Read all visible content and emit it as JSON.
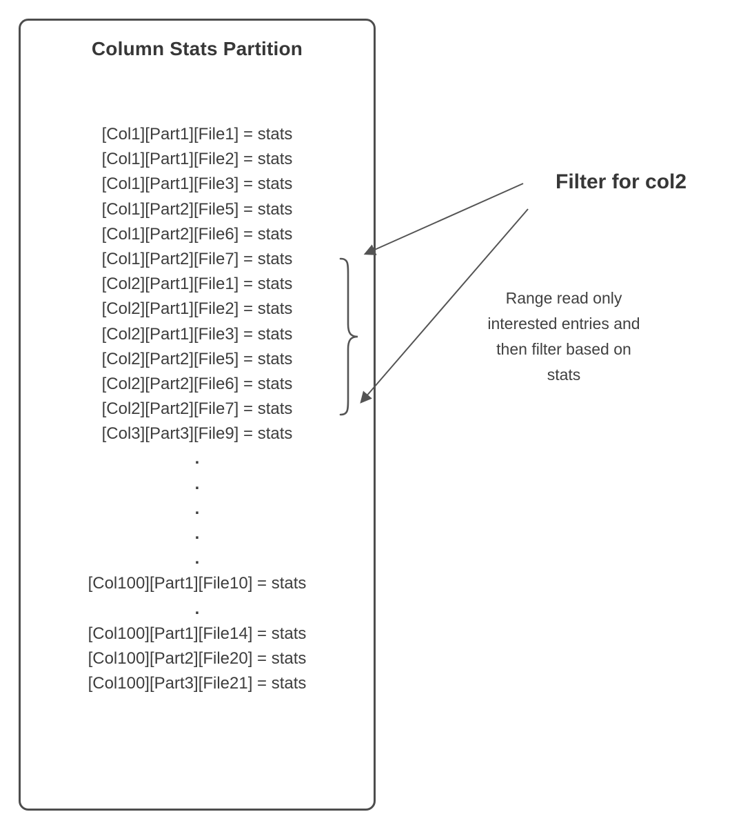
{
  "diagram": {
    "title": "Column Stats Partition",
    "entries": [
      "[Col1][Part1][File1] = stats",
      "[Col1][Part1][File2] = stats",
      "[Col1][Part1][File3] = stats",
      "[Col1][Part2][File5] = stats",
      "[Col1][Part2][File6] = stats",
      "[Col1][Part2][File7] = stats",
      "[Col2][Part1][File1] = stats",
      "[Col2][Part1][File2] = stats",
      "[Col2][Part1][File3] = stats",
      "[Col2][Part2][File5] = stats",
      "[Col2][Part2][File6] = stats",
      "[Col2][Part2][File7] = stats",
      "[Col3][Part3][File9] = stats"
    ],
    "ellipsis_dots": [
      ".",
      ".",
      ".",
      ".",
      "."
    ],
    "mid_entry": "[Col100][Part1][File10] = stats",
    "mid_dot": ".",
    "tail_entries": [
      "[Col100][Part1][File14] = stats",
      "[Col100][Part2][File20] = stats",
      "[Col100][Part3][File21] = stats"
    ],
    "filter_label": "Filter for col2",
    "annotation_lines": [
      "Range read only",
      "interested entries and",
      "then filter based on",
      "stats"
    ],
    "colors": {
      "line": "#545454",
      "border": "#4d4d4d",
      "text": "#3d3d3d"
    }
  }
}
